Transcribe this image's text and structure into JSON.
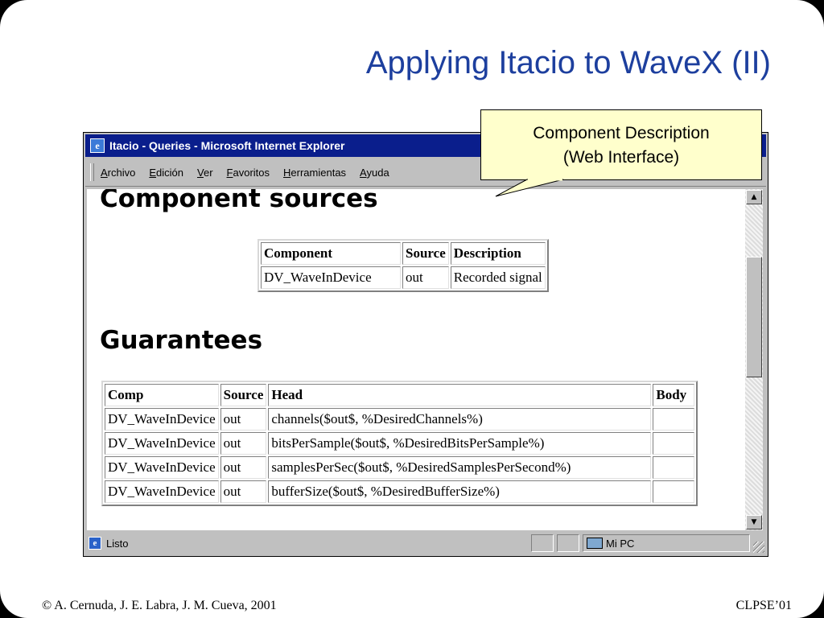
{
  "slide": {
    "title": "Applying Itacio to WaveX (II)",
    "footer_left": "© A. Cernuda, J. E. Labra, J. M. Cueva, 2001",
    "footer_right": "CLPSE’01"
  },
  "callout": {
    "line1": "Component Description",
    "line2": "(Web Interface)"
  },
  "browser": {
    "title": "Itacio - Queries - Microsoft Internet Explorer",
    "menu": [
      "Archivo",
      "Edición",
      "Ver",
      "Favoritos",
      "Herramientas",
      "Ayuda"
    ],
    "status": {
      "text": "Listo",
      "zone": "Mi PC"
    }
  },
  "page": {
    "sources_heading": "Component sources",
    "sources_table": {
      "headers": [
        "Component",
        "Source",
        "Description"
      ],
      "rows": [
        [
          "DV_WaveInDevice",
          "out",
          "Recorded signal"
        ]
      ]
    },
    "guarantees_heading": "Guarantees",
    "guarantees_table": {
      "headers": [
        "Comp",
        "Source",
        "Head",
        "Body"
      ],
      "rows": [
        [
          "DV_WaveInDevice",
          "out",
          "channels($out$, %DesiredChannels%)",
          ""
        ],
        [
          "DV_WaveInDevice",
          "out",
          "bitsPerSample($out$, %DesiredBitsPerSample%)",
          ""
        ],
        [
          "DV_WaveInDevice",
          "out",
          "samplesPerSec($out$, %DesiredSamplesPerSecond%)",
          ""
        ],
        [
          "DV_WaveInDevice",
          "out",
          "bufferSize($out$, %DesiredBufferSize%)",
          ""
        ]
      ]
    }
  }
}
